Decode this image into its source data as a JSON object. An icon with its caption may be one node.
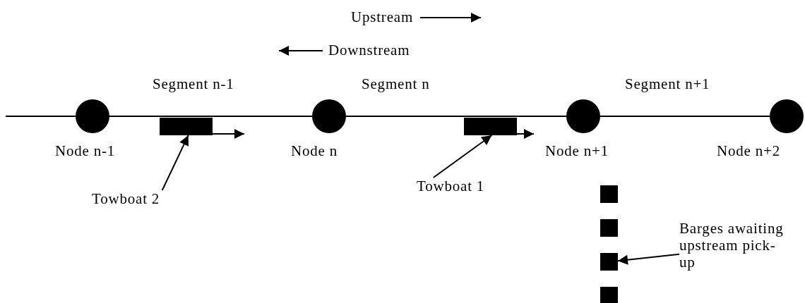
{
  "diagram": {
    "nodes": [
      {
        "text": [],
        "shape": "circle",
        "beside": [
          "Node n-1"
        ]
      },
      {
        "text": [],
        "shape": "circle",
        "beside": [
          "Node n"
        ]
      },
      {
        "text": [],
        "shape": "circle",
        "beside": [
          "Node n+1"
        ]
      },
      {
        "text": [],
        "shape": "circle",
        "beside": [
          "Node n+2"
        ]
      },
      {
        "text": [],
        "shape": "bar"
      },
      {
        "text": [],
        "shape": "bar"
      },
      {
        "text": [
          "Towboat 2"
        ]
      },
      {
        "text": [
          "Towboat 1"
        ]
      },
      {
        "text": [],
        "shape": "box"
      },
      {
        "text": [],
        "shape": "box"
      },
      {
        "text": [],
        "shape": "box"
      },
      {
        "text": [],
        "shape": "box"
      },
      {
        "text": [
          "Barges awaiting upstream pick-up"
        ]
      }
    ],
    "edges": [
      {
        "from": null,
        "to": 0,
        "arrow": "none"
      },
      {
        "from": 0,
        "to": 1,
        "arrow": "none"
      },
      {
        "from": 1,
        "to": 2,
        "arrow": "none"
      },
      {
        "from": 2,
        "to": 3,
        "arrow": "none"
      },
      {
        "from": 6,
        "to": 4,
        "arrow": "to"
      },
      {
        "from": 7,
        "to": 5,
        "arrow": "to"
      },
      {
        "from": 12,
        "to": 10,
        "arrow": "to"
      },
      {
        "from": 4,
        "to": null,
        "arrow": "to"
      },
      {
        "from": 5,
        "to": null,
        "arrow": "to"
      }
    ],
    "labels": [
      "Upstream",
      "Downstream",
      "Segment n-1",
      "Segment n",
      "Segment n+1"
    ]
  }
}
